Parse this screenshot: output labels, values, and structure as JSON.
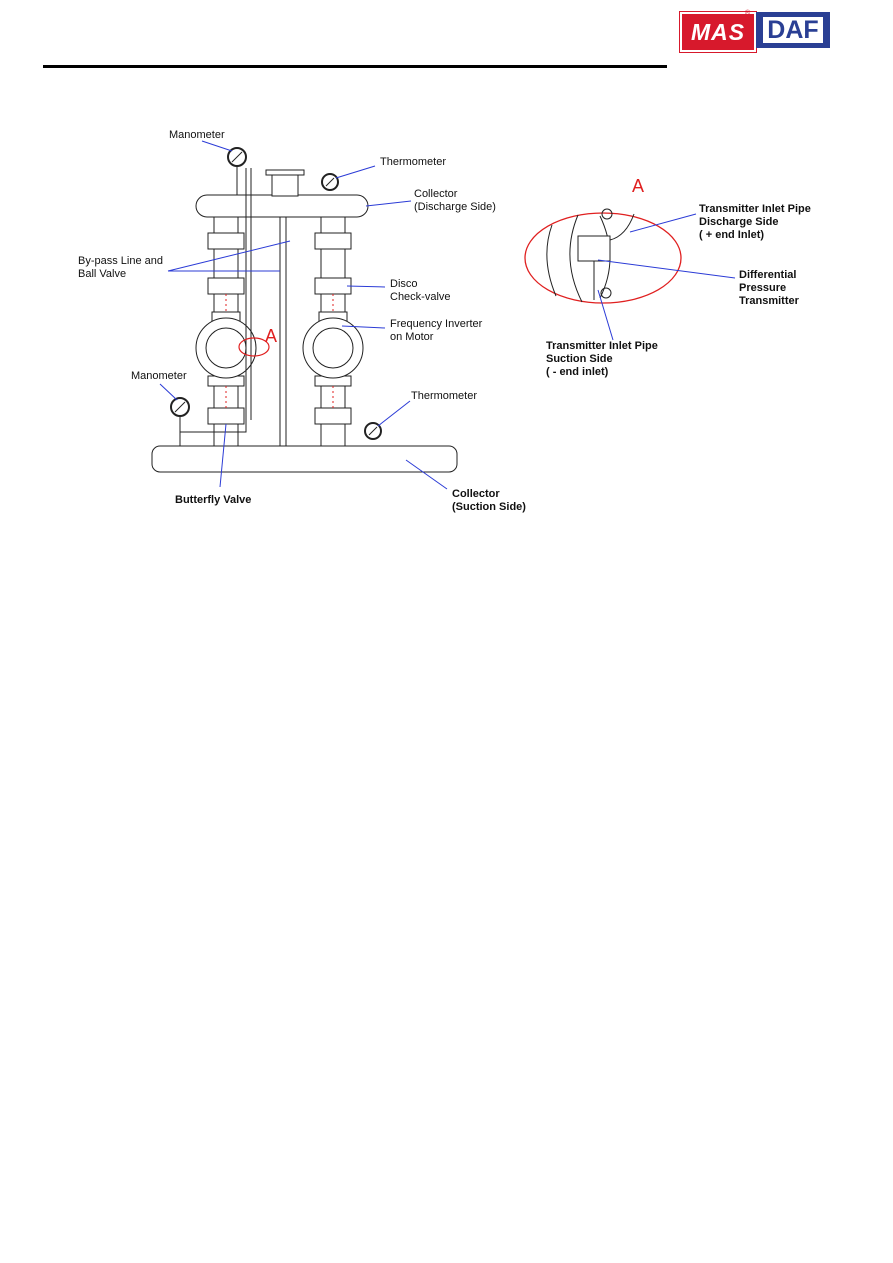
{
  "header": {
    "logo_mas": "MAS",
    "logo_reg": "®",
    "logo_daf": "DAF"
  },
  "labels": {
    "manometer_top": "Manometer",
    "thermometer_top": "Thermometer",
    "collector_discharge": "Collector\n(Discharge Side)",
    "bypass": "By-pass Line and\nBall Valve",
    "disco": "Disco\nCheck-valve",
    "inverter": "Frequency Inverter\non Motor",
    "manometer_bottom": "Manometer",
    "thermometer_bottom": "Thermometer",
    "butterfly": "Butterfly Valve",
    "collector_suction": "Collector\n(Suction Side)",
    "detail_marker": "A",
    "detail_title": "A",
    "transmitter_discharge": "Transmitter Inlet Pipe\nDischarge Side\n( + end Inlet)",
    "dpt": "Differential\nPressure\nTransmitter",
    "transmitter_suction": "Transmitter Inlet Pipe\nSuction Side\n( - end inlet)"
  },
  "colors": {
    "accent": "#e02020",
    "leader": "#2b3bd6",
    "mas": "#d7192c",
    "daf": "#2a3f94"
  }
}
